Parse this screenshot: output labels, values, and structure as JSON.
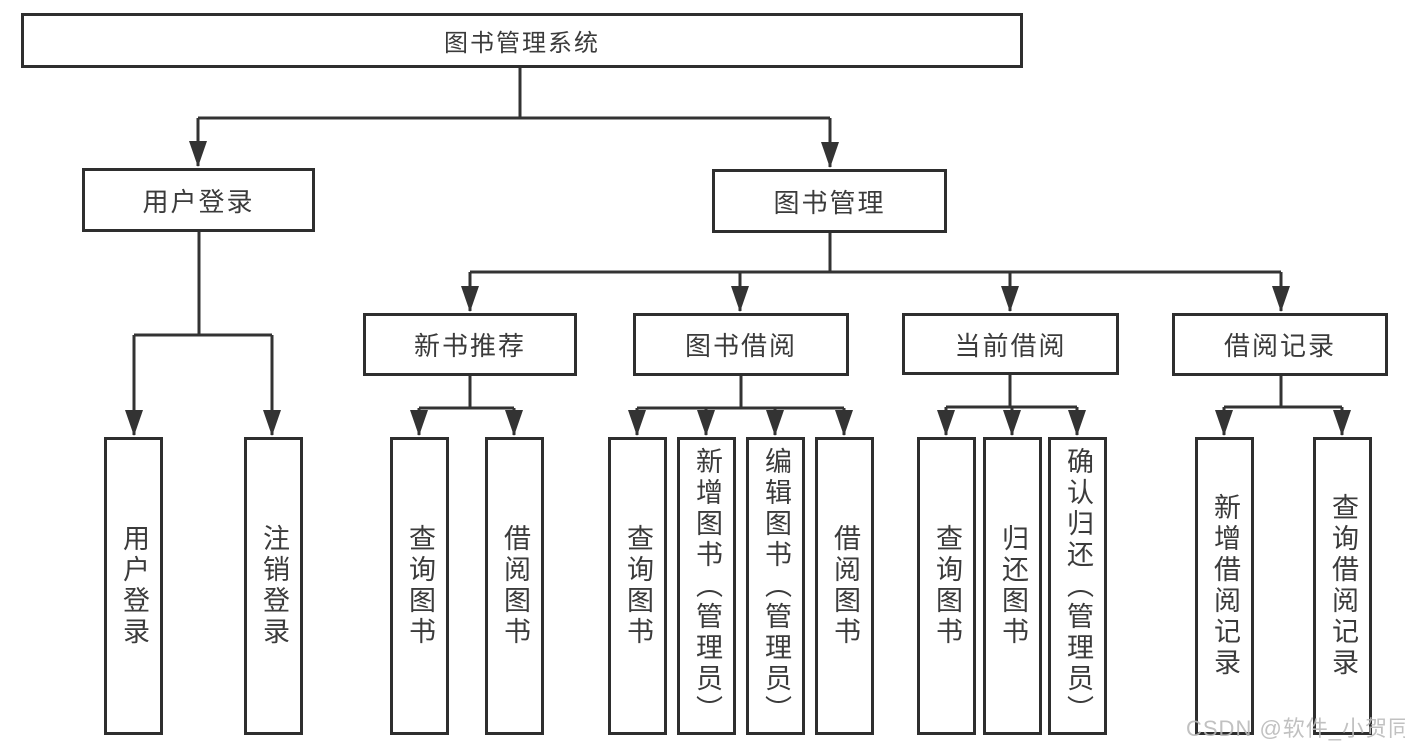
{
  "tree": {
    "label": "图书管理系统",
    "children": [
      {
        "label": "用户登录",
        "children": [
          {
            "label": "用户登录"
          },
          {
            "label": "注销登录"
          }
        ]
      },
      {
        "label": "图书管理",
        "children": [
          {
            "label": "新书推荐",
            "children": [
              {
                "label": "查询图书"
              },
              {
                "label": "借阅图书"
              }
            ]
          },
          {
            "label": "图书借阅",
            "children": [
              {
                "label": "查询图书"
              },
              {
                "label": "新增图书（管理员）"
              },
              {
                "label": "编辑图书（管理员）"
              },
              {
                "label": "借阅图书"
              }
            ]
          },
          {
            "label": "当前借阅",
            "children": [
              {
                "label": "查询图书"
              },
              {
                "label": "归还图书"
              },
              {
                "label": "确认归还（管理员）"
              }
            ]
          },
          {
            "label": "借阅记录",
            "children": [
              {
                "label": "新增借阅记录"
              },
              {
                "label": "查询借阅记录"
              }
            ]
          }
        ]
      }
    ]
  },
  "watermark": "CSDN @软件_小贺同学",
  "colors": {
    "line": "#333333",
    "border": "#2e2e2e",
    "text": "#3b3b3b",
    "background": "#ffffff",
    "watermark": "#b9b9b9"
  }
}
